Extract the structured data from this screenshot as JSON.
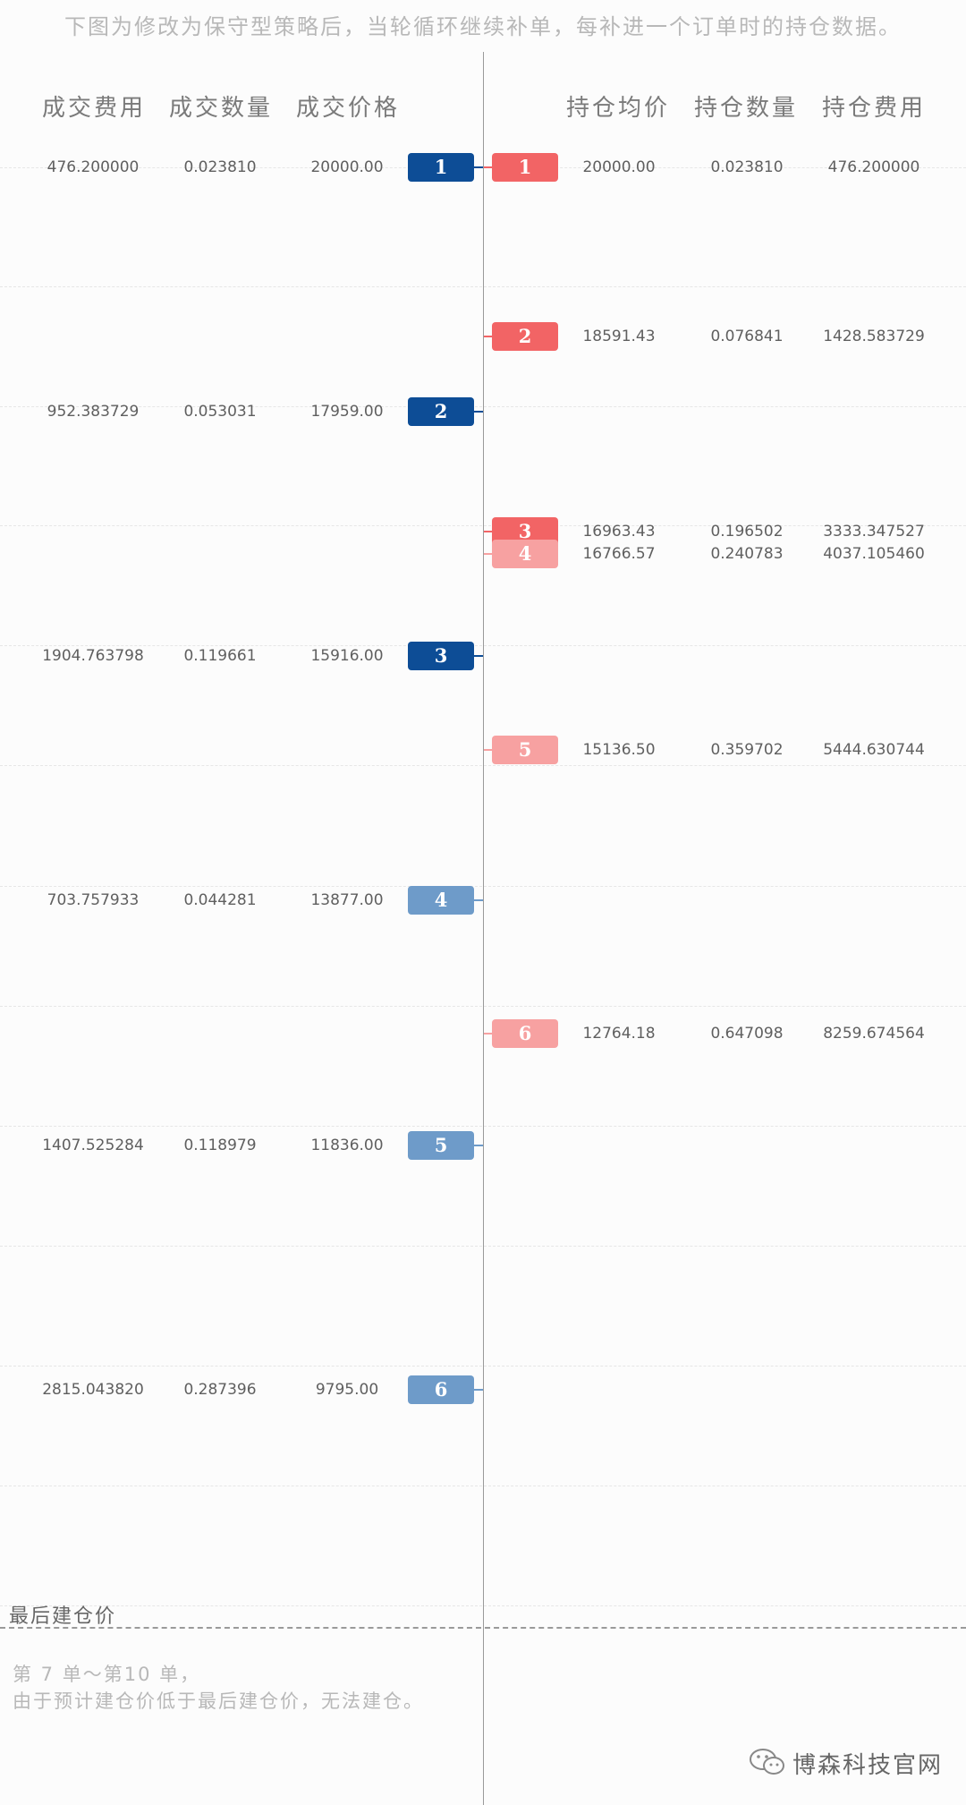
{
  "caption": "下图为修改为保守型策略后，当轮循环继续补单，每补进一个订单时的持仓数据。",
  "headers": {
    "left": [
      "成交费用",
      "成交数量",
      "成交价格"
    ],
    "right": [
      "持仓均价",
      "持仓数量",
      "持仓费用"
    ]
  },
  "colors": {
    "buy_dark": "#0d4d96",
    "buy_light": "#6e9bc9",
    "pos_dark": "#f26465",
    "pos_light": "#f7a1a1"
  },
  "left_orders": [
    {
      "label": "1",
      "fee": "476.200000",
      "qty": "0.023810",
      "price": "20000.00",
      "tone": "dark"
    },
    {
      "label": "2",
      "fee": "952.383729",
      "qty": "0.053031",
      "price": "17959.00",
      "tone": "dark"
    },
    {
      "label": "3",
      "fee": "1904.763798",
      "qty": "0.119661",
      "price": "15916.00",
      "tone": "dark"
    },
    {
      "label": "4",
      "fee": "703.757933",
      "qty": "0.044281",
      "price": "13877.00",
      "tone": "light"
    },
    {
      "label": "5",
      "fee": "1407.525284",
      "qty": "0.118979",
      "price": "11836.00",
      "tone": "light"
    },
    {
      "label": "6",
      "fee": "2815.043820",
      "qty": "0.287396",
      "price": "9795.00",
      "tone": "light"
    }
  ],
  "right_positions": [
    {
      "label": "1",
      "avg": "20000.00",
      "qty": "0.023810",
      "fee": "476.200000",
      "tone": "dark"
    },
    {
      "label": "2",
      "avg": "18591.43",
      "qty": "0.076841",
      "fee": "1428.583729",
      "tone": "dark"
    },
    {
      "label": "3",
      "avg": "16963.43",
      "qty": "0.196502",
      "fee": "3333.347527",
      "tone": "dark"
    },
    {
      "label": "4",
      "avg": "16766.57",
      "qty": "0.240783",
      "fee": "4037.105460",
      "tone": "light"
    },
    {
      "label": "5",
      "avg": "15136.50",
      "qty": "0.359702",
      "fee": "5444.630744",
      "tone": "light"
    },
    {
      "label": "6",
      "avg": "12764.18",
      "qty": "0.647098",
      "fee": "8259.674564",
      "tone": "light"
    }
  ],
  "last_price_label": "最后建仓价",
  "note_lines": [
    "第 7 单～第10 单，",
    "由于预计建仓价低于最后建仓价，无法建仓。"
  ],
  "footer_brand": "博森科技官网",
  "icon": "wechat-icon"
}
